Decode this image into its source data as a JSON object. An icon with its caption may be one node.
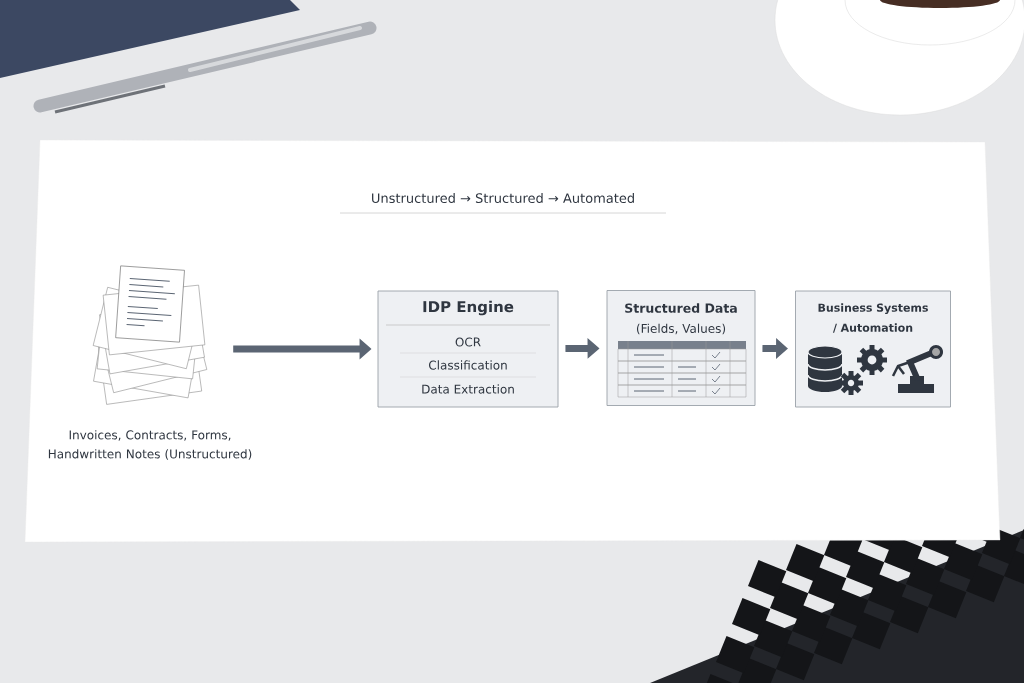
{
  "diagram": {
    "title": "Unstructured → Structured → Automated",
    "nodes": [
      {
        "text": [],
        "shape": "picture",
        "beside": [
          "Invoices, Contracts, Forms, Handwritten Notes (Unstructured)"
        ]
      },
      {
        "text": [
          "IDP Engine",
          "OCR",
          "Classification",
          "Data Extraction"
        ]
      },
      {
        "text": [
          "Structured Data",
          "(Fields, Values)"
        ]
      },
      {
        "text": [
          "Business Systems / Automation"
        ]
      }
    ],
    "edges": [
      {
        "from": 0,
        "to": 1,
        "arrow": "to"
      },
      {
        "from": 1,
        "to": 2,
        "arrow": "to"
      },
      {
        "from": 2,
        "to": 3,
        "arrow": "to"
      }
    ]
  }
}
